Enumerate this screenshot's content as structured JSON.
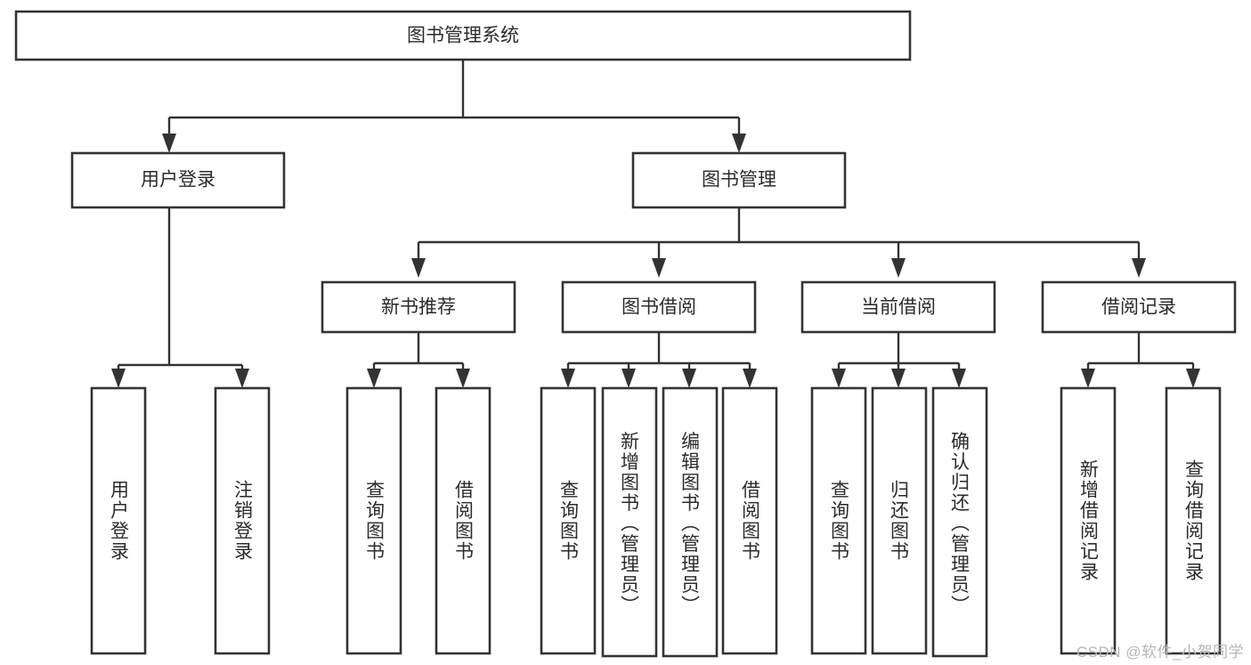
{
  "diagram": {
    "type": "tree-hierarchy-chart",
    "title_node": "图书管理系统",
    "watermark": "CSDN @软件_小贺同学",
    "colors": {
      "stroke": "#333333",
      "fill": "#ffffff",
      "text": "#2b2b2b",
      "watermark": "#b6b6b6"
    },
    "nodes": {
      "root": {
        "label": "图书管理系统"
      },
      "level2": [
        {
          "id": "user-login",
          "label": "用户登录"
        },
        {
          "id": "book-manage",
          "label": "图书管理"
        }
      ],
      "level3": [
        {
          "id": "new-book-recommend",
          "label": "新书推荐"
        },
        {
          "id": "book-borrow",
          "label": "图书借阅"
        },
        {
          "id": "current-borrow",
          "label": "当前借阅"
        },
        {
          "id": "borrow-record",
          "label": "借阅记录"
        }
      ],
      "leaves": {
        "user-login": [
          {
            "id": "leaf-user-login",
            "label": "用户登录"
          },
          {
            "id": "leaf-logout-login",
            "label": "注销登录"
          }
        ],
        "new-book-recommend": [
          {
            "id": "leaf-query-book-1",
            "label": "查询图书"
          },
          {
            "id": "leaf-borrow-book-1",
            "label": "借阅图书"
          }
        ],
        "book-borrow": [
          {
            "id": "leaf-query-book-2",
            "label": "查询图书"
          },
          {
            "id": "leaf-add-book",
            "label": "新增图书（管理员）"
          },
          {
            "id": "leaf-edit-book",
            "label": "编辑图书（管理员）"
          },
          {
            "id": "leaf-borrow-book-2",
            "label": "借阅图书"
          }
        ],
        "current-borrow": [
          {
            "id": "leaf-query-book-3",
            "label": "查询图书"
          },
          {
            "id": "leaf-return-book",
            "label": "归还图书"
          },
          {
            "id": "leaf-confirm-return",
            "label": "确认归还（管理员）"
          }
        ],
        "borrow-record": [
          {
            "id": "leaf-add-record",
            "label": "新增借阅记录"
          },
          {
            "id": "leaf-query-record",
            "label": "查询借阅记录"
          }
        ]
      }
    }
  }
}
